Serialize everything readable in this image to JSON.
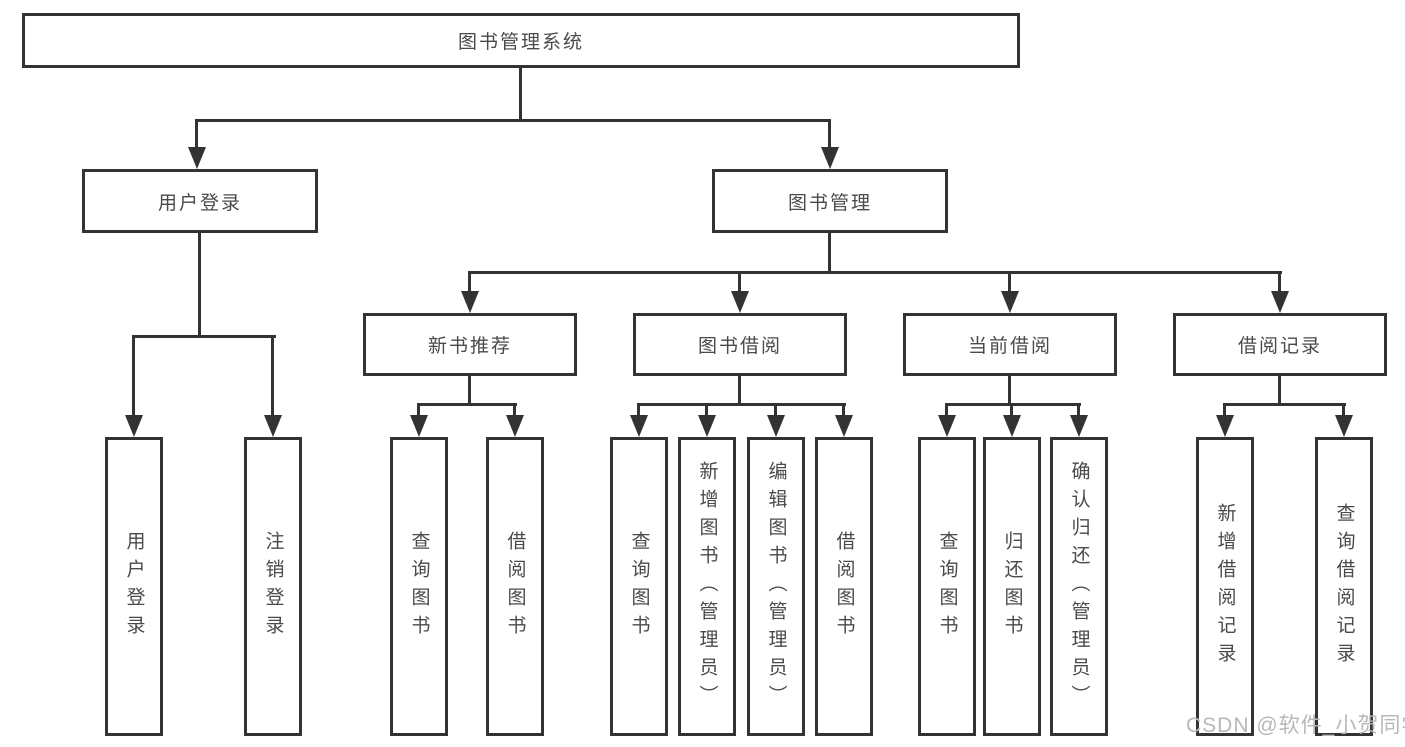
{
  "diagram": {
    "root_label": "图书管理系统",
    "level1": {
      "login": {
        "label": "用户登录",
        "children": [
          "用户登录",
          "注销登录"
        ]
      },
      "management": {
        "label": "图书管理"
      }
    },
    "sections": [
      {
        "label": "新书推荐",
        "children": [
          "查询图书",
          "借阅图书"
        ]
      },
      {
        "label": "图书借阅",
        "children": [
          "查询图书",
          "新增图书（管理员）",
          "编辑图书（管理员）",
          "借阅图书"
        ]
      },
      {
        "label": "当前借阅",
        "children": [
          "查询图书",
          "归还图书",
          "确认归还（管理员）"
        ]
      },
      {
        "label": "借阅记录",
        "children": [
          "新增借阅记录",
          "查询借阅记录"
        ]
      }
    ]
  },
  "watermark": "CSDN @软件_小贺同学",
  "colors": {
    "line": "#333333",
    "box_border": "#333333",
    "text": "#4a4a4a",
    "watermark": "#b8b8b8",
    "background": "#ffffff"
  }
}
